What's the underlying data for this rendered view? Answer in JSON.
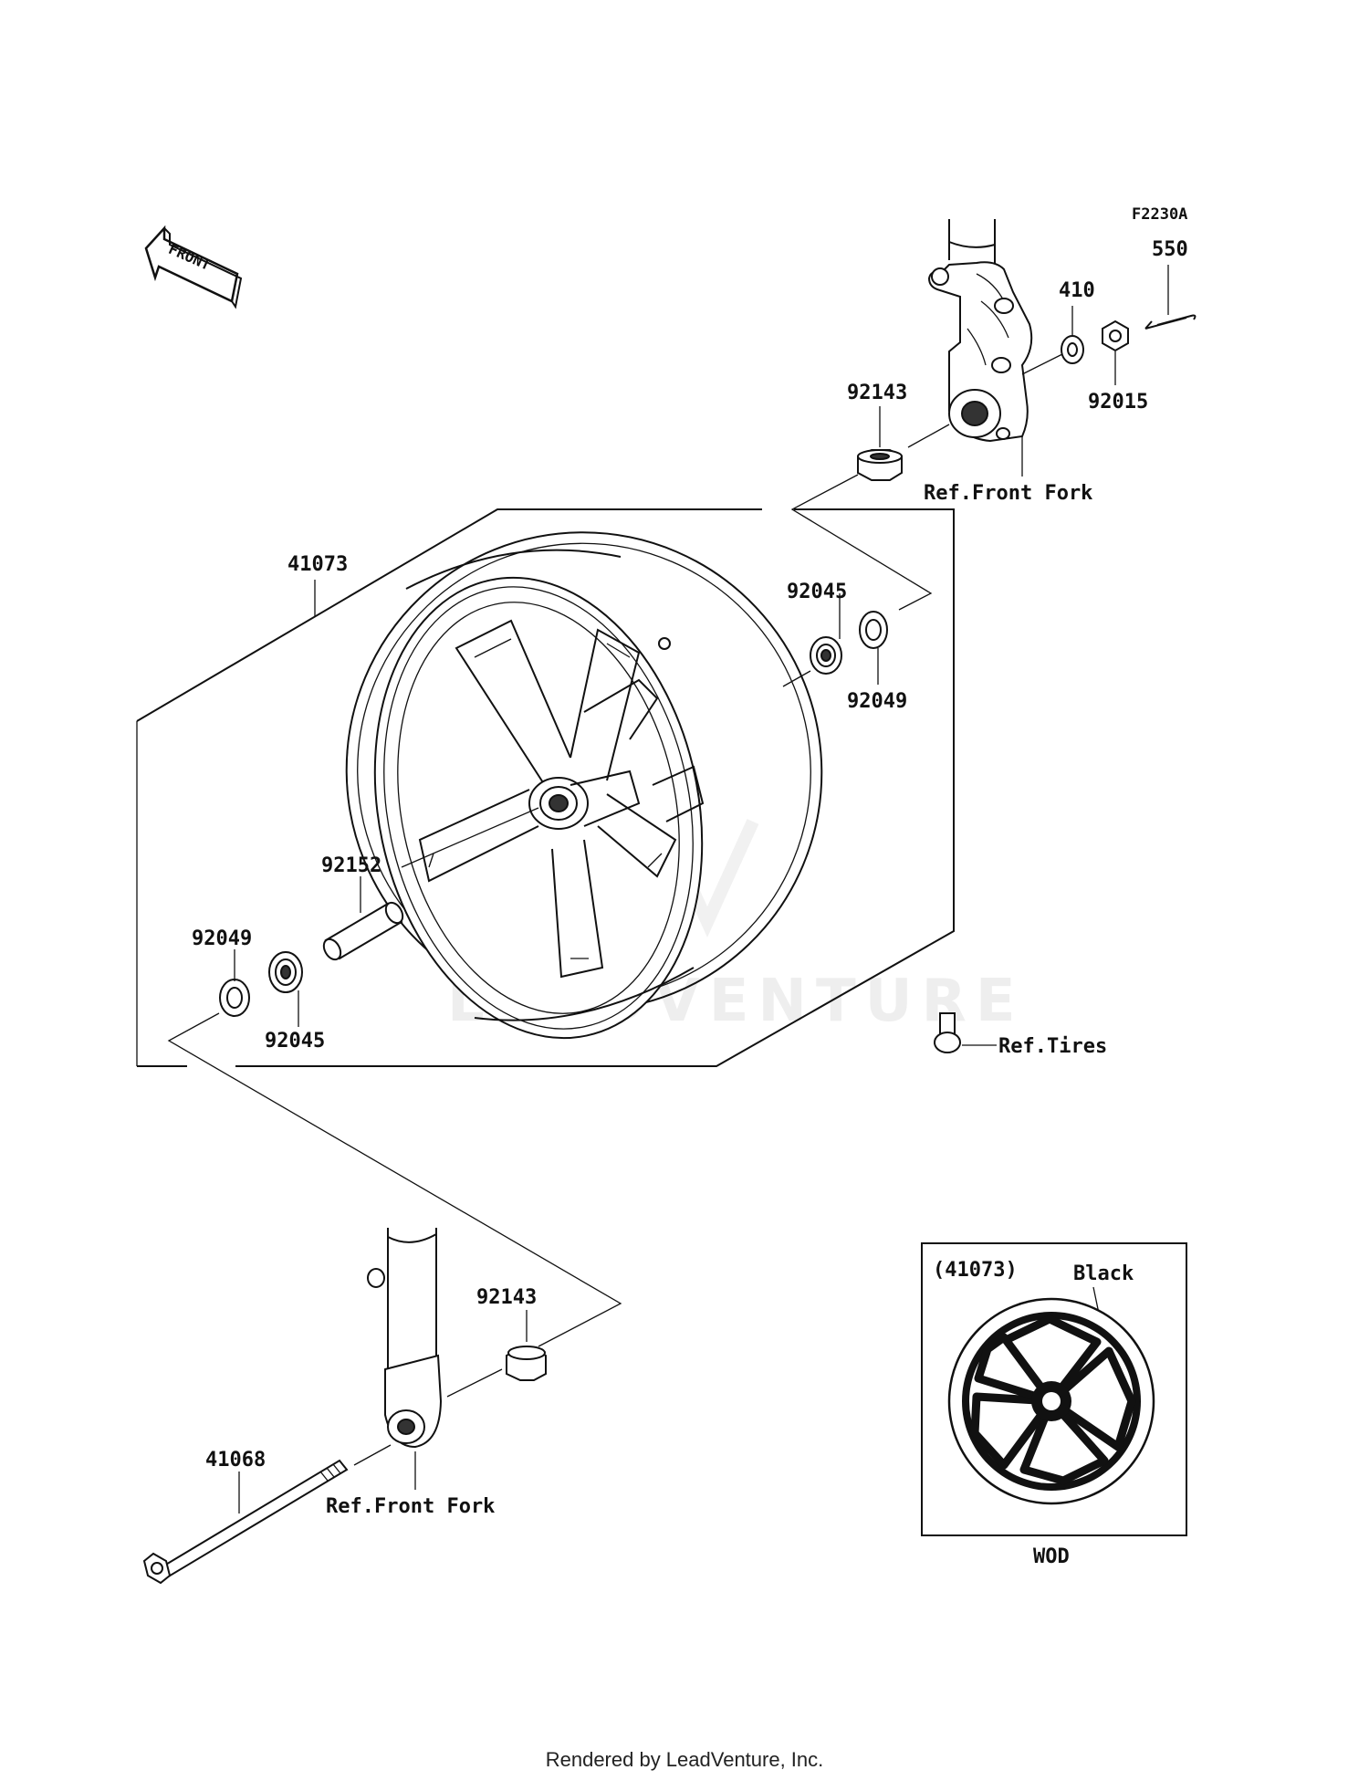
{
  "diagram_code": "F2230A",
  "front_arrow": "FRONT",
  "watermark": "LEADVENTURE",
  "labels": {
    "p550": "550",
    "p410": "410",
    "p92015": "92015",
    "p92143_top": "92143",
    "p41073": "41073",
    "p92045_right": "92045",
    "p92049_right": "92049",
    "p92152": "92152",
    "p92049_left": "92049",
    "p92045_left": "92045",
    "p92143_bottom": "92143",
    "p41068": "41068",
    "ref_front_fork_top": "Ref.Front Fork",
    "ref_front_fork_bottom": "Ref.Front Fork",
    "ref_tires": "Ref.Tires"
  },
  "inset": {
    "part": "(41073)",
    "color": "Black",
    "code": "WOD"
  },
  "footer": "Rendered by LeadVenture, Inc."
}
